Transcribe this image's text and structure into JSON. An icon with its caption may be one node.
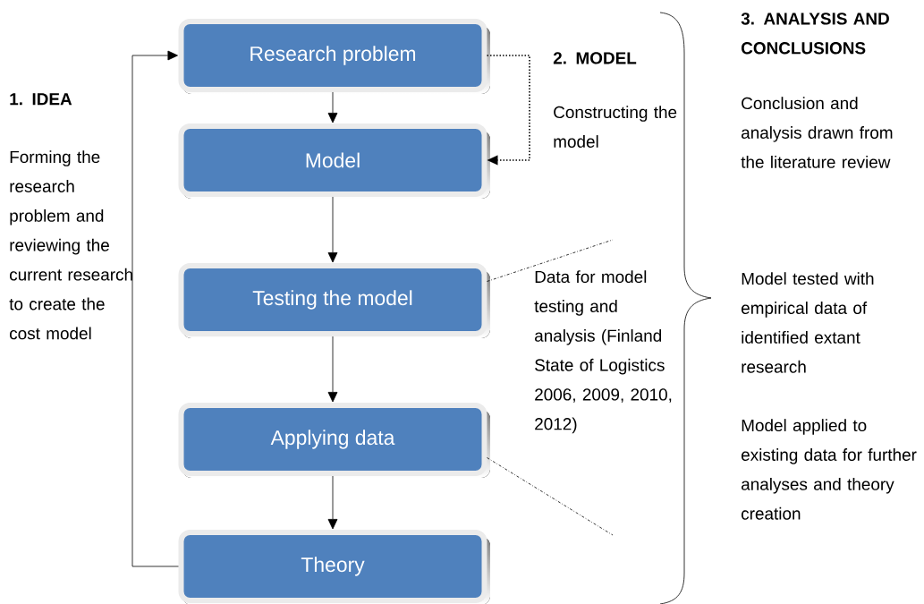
{
  "diagram": {
    "nodes": [
      {
        "text": [
          "Research problem"
        ]
      },
      {
        "text": [
          "Model"
        ]
      },
      {
        "text": [
          "Testing the model"
        ]
      },
      {
        "text": [
          "Applying data"
        ]
      },
      {
        "text": [
          "Theory"
        ]
      }
    ],
    "edges": [
      {
        "from": 0,
        "to": 1,
        "arrow": "to"
      },
      {
        "from": 1,
        "to": 2,
        "arrow": "to"
      },
      {
        "from": 2,
        "to": 3,
        "arrow": "to"
      },
      {
        "from": 3,
        "to": 4,
        "arrow": "to"
      },
      {
        "from": 4,
        "to": 0,
        "arrow": "to"
      },
      {
        "from": 0,
        "to": 1,
        "arrow": "to",
        "style": "dashed"
      },
      {
        "from": 2,
        "to": null,
        "arrow": "none",
        "style": "dashed"
      },
      {
        "from": 3,
        "to": null,
        "arrow": "none",
        "style": "dashed"
      }
    ],
    "labels": [
      "1. IDEA",
      "Forming the research problem and reviewing the current research to create the cost model",
      "2. MODEL",
      "Constructing the model",
      "Data for model testing and analysis (Finland State of Logistics 2006, 2009, 2010, 2012)",
      "3. ANALYSIS AND CONCLUSIONS",
      "Conclusion and analysis drawn from the literature review",
      "Model tested with empirical data of identified extant research",
      "Model applied to existing data for further analyses and theory creation"
    ]
  }
}
